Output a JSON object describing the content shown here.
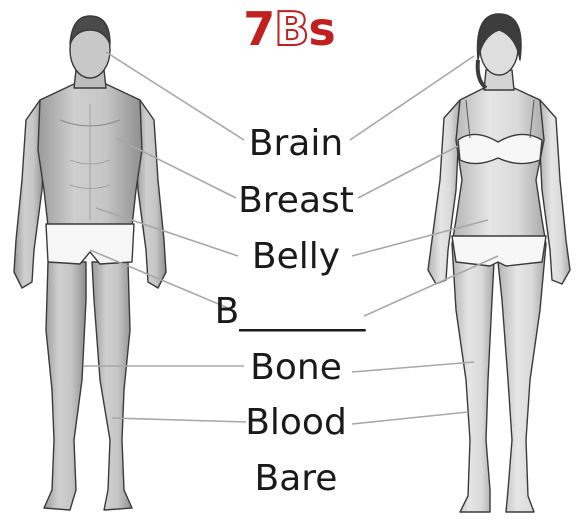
{
  "title": {
    "prefix": "7",
    "outlined": "B",
    "suffix": "s",
    "color": "#c0201f"
  },
  "labels": [
    "Brain",
    "Breast",
    "Belly",
    "B_______",
    "Bone",
    "Blood",
    "Bare"
  ],
  "figures": [
    "male-figure",
    "female-figure"
  ]
}
